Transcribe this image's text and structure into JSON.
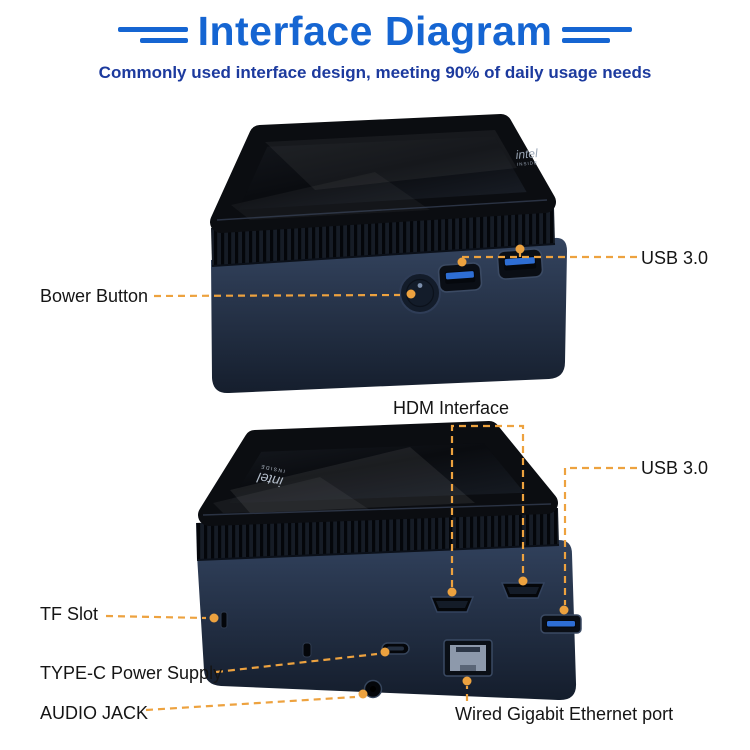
{
  "header": {
    "title": "Interface Diagram",
    "subtitle": "Commonly used interface design, meeting 90% of daily usage needs"
  },
  "callouts": {
    "power_button": {
      "label": "Bower Button"
    },
    "usb_front": {
      "label": "USB 3.0"
    },
    "hdmi": {
      "label": "HDM Interface"
    },
    "usb_rear": {
      "label": "USB 3.0"
    },
    "tf_slot": {
      "label": "TF Slot"
    },
    "type_c": {
      "label": "TYPE-C Power Supply"
    },
    "audio_jack": {
      "label": "AUDIO JACK"
    },
    "ethernet": {
      "label": "Wired Gigabit Ethernet port"
    }
  },
  "devices": {
    "front_view": {
      "name": "mini-pc-front-top-view",
      "logo": "intel",
      "logo_sub": "INSIDE",
      "ports": [
        "power-button",
        "usb3-port",
        "usb3-port"
      ]
    },
    "rear_view": {
      "name": "mini-pc-rear-view",
      "logo": "intel",
      "logo_sub": "INSIDE",
      "ports": [
        "tf-card-slot",
        "kensington-lock-slot",
        "audio-jack",
        "type-c-port",
        "hdmi-port",
        "hdmi-port",
        "usb3-port",
        "ethernet-rj45-port"
      ]
    }
  },
  "colors": {
    "title_blue": "#1565d2",
    "subtitle_blue": "#1c3a9e",
    "callout_orange": "#eda23f",
    "usb_blue": "#2e6ed4",
    "body_navy": "#22304a"
  }
}
